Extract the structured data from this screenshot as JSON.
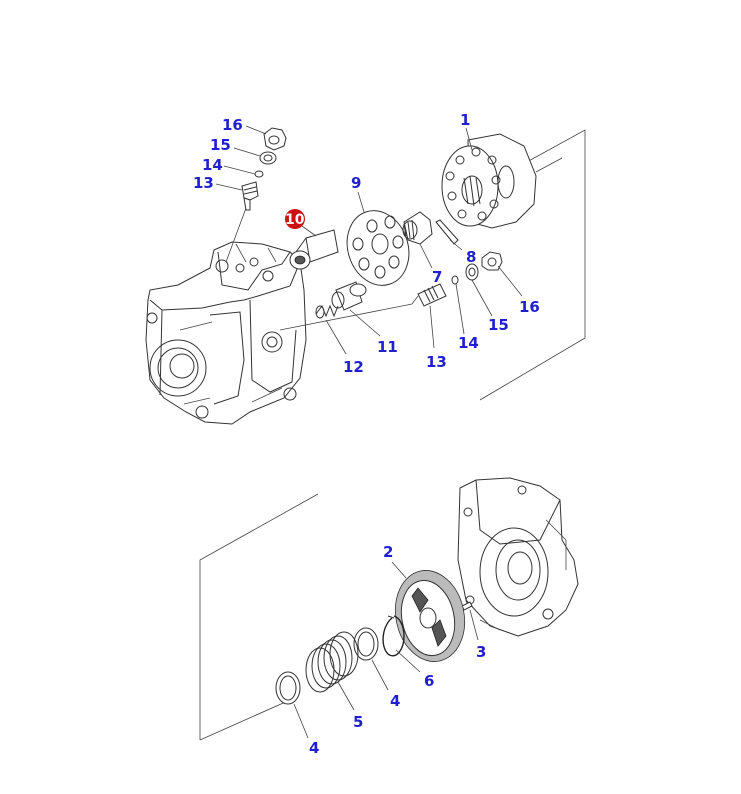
{
  "diagram": {
    "highlight_color": "#cc1111",
    "callout_color": "#1f1fcf",
    "callouts": [
      {
        "id": "c16a",
        "label": "16"
      },
      {
        "id": "c15a",
        "label": "15"
      },
      {
        "id": "c14a",
        "label": "14"
      },
      {
        "id": "c13a",
        "label": "13"
      },
      {
        "id": "c10",
        "label": "10",
        "highlighted": true
      },
      {
        "id": "c9",
        "label": "9"
      },
      {
        "id": "c1",
        "label": "1"
      },
      {
        "id": "c7",
        "label": "7"
      },
      {
        "id": "c8",
        "label": "8"
      },
      {
        "id": "c16b",
        "label": "16"
      },
      {
        "id": "c15b",
        "label": "15"
      },
      {
        "id": "c14b",
        "label": "14"
      },
      {
        "id": "c13b",
        "label": "13"
      },
      {
        "id": "c11",
        "label": "11"
      },
      {
        "id": "c12",
        "label": "12"
      },
      {
        "id": "c2",
        "label": "2"
      },
      {
        "id": "c3",
        "label": "3"
      },
      {
        "id": "c6",
        "label": "6"
      },
      {
        "id": "c4a",
        "label": "4"
      },
      {
        "id": "c5",
        "label": "5"
      },
      {
        "id": "c4b",
        "label": "4"
      }
    ]
  }
}
